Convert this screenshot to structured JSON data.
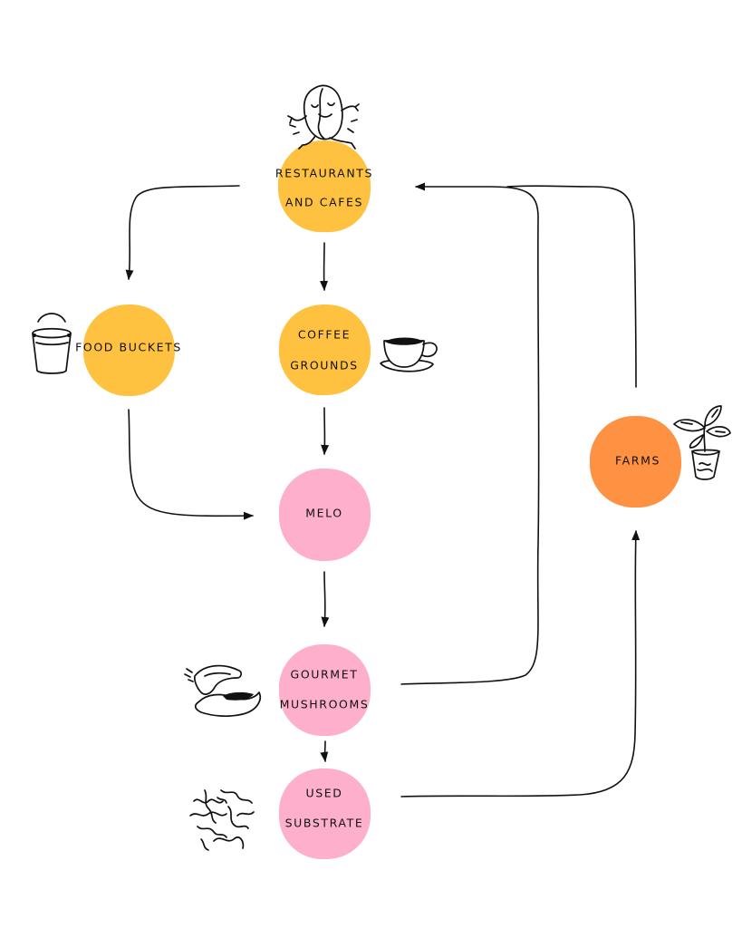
{
  "diagram": {
    "colors": {
      "yellow": "#FFC240",
      "pink": "#FDAFCB",
      "orange": "#FF9242",
      "line": "#111111",
      "background": "#FFFFFF"
    },
    "nodes": {
      "restaurants": {
        "line1": "RESTAURANTS",
        "line2": "AND CAFES",
        "color": "yellow",
        "icon": "coffee-bean-character-icon"
      },
      "food_buckets": {
        "line1": "FOOD BUCKETS",
        "color": "yellow",
        "icon": "bucket-icon"
      },
      "coffee_grounds": {
        "line1": "COFFEE",
        "line2": "GROUNDS",
        "color": "yellow",
        "icon": "coffee-cup-icon"
      },
      "melo": {
        "line1": "MELO",
        "color": "pink"
      },
      "gourmet_mushrooms": {
        "line1": "GOURMET",
        "line2": "MUSHROOMS",
        "color": "pink",
        "icon": "mushroom-icon"
      },
      "used_substrate": {
        "line1": "USED",
        "line2": "SUBSTRATE",
        "color": "pink",
        "icon": "mycelium-icon"
      },
      "farms": {
        "line1": "FARMS",
        "color": "orange",
        "icon": "potted-plant-icon"
      }
    },
    "edges": [
      {
        "from": "restaurants",
        "to": "food_buckets"
      },
      {
        "from": "restaurants",
        "to": "coffee_grounds"
      },
      {
        "from": "coffee_grounds",
        "to": "melo"
      },
      {
        "from": "food_buckets",
        "to": "melo"
      },
      {
        "from": "melo",
        "to": "gourmet_mushrooms"
      },
      {
        "from": "gourmet_mushrooms",
        "to": "used_substrate"
      },
      {
        "from": "gourmet_mushrooms",
        "to": "restaurants"
      },
      {
        "from": "used_substrate",
        "to": "farms"
      },
      {
        "from": "farms",
        "to": "restaurants"
      }
    ]
  }
}
